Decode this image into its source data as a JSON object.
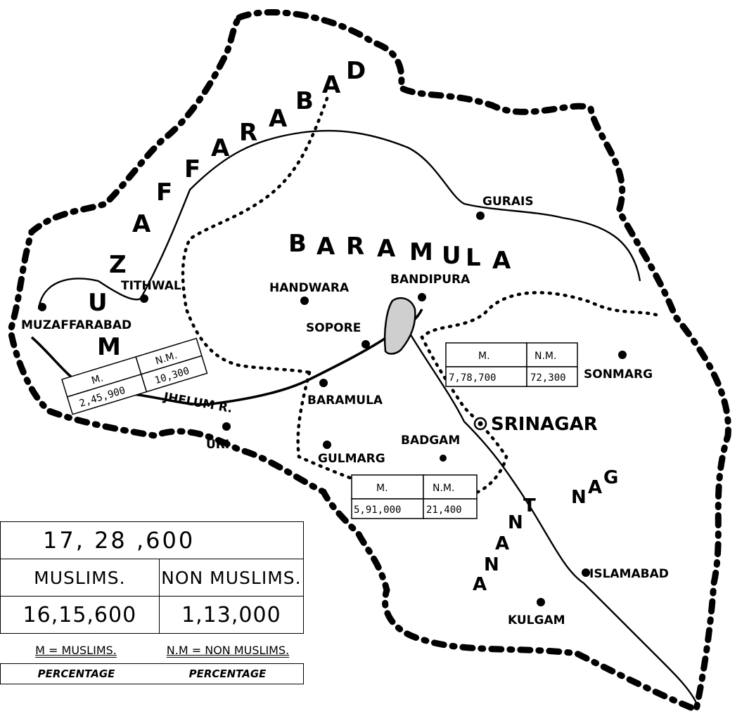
{
  "regions": {
    "muzaffarabad_letters": [
      "M",
      "U",
      "Z",
      "A",
      "F",
      "F",
      "A",
      "R",
      "A",
      "B",
      "A",
      "D"
    ],
    "baramula_letters": [
      "B",
      "A",
      "R",
      "A",
      "M",
      "U",
      "L",
      "A"
    ],
    "anantnag_letters": [
      "A",
      "N",
      "A",
      "N",
      "T",
      "N",
      "A",
      "G"
    ]
  },
  "towns": {
    "tithwal": "TITHWAL",
    "muzaffarabad": "MUZAFFARABAD",
    "handwara": "HANDWARA",
    "bandipura": "BANDIPURA",
    "sopore": "SOPORE",
    "gurais": "GURAIS",
    "baramula": "BARAMULA",
    "uri": "URI",
    "srinagar": "SRINAGAR",
    "badgam": "BADGAM",
    "gulmarg": "GULMARG",
    "sonmarg": "SONMARG",
    "islamabad": "ISLAMABAD",
    "kulgam": "KULGAM"
  },
  "river_label": "JHELUM R.",
  "population_boxes": {
    "muzaffarabad": {
      "m_label": "M.",
      "nm_label": "N.M.",
      "m_value": "2,45,900",
      "nm_value": "10,300"
    },
    "baramula": {
      "m_label": "M.",
      "nm_label": "N.M.",
      "m_value": "7,78,700",
      "nm_value": "72,300"
    },
    "anantnag": {
      "m_label": "M.",
      "nm_label": "N.M.",
      "m_value": "5,91,000",
      "nm_value": "21,400"
    }
  },
  "legend": {
    "total": "17, 28 ,600",
    "muslims_header": "MUSLIMS.",
    "non_muslims_header": "NON MUSLIMS.",
    "muslims_value": "16,15,600",
    "non_muslims_value": "1,13,000",
    "m_abbr": "M = MUSLIMS.",
    "nm_abbr": "N.M = NON MUSLIMS.",
    "pct_m": "PERCENTAGE",
    "pct_nm": "PERCENTAGE"
  }
}
